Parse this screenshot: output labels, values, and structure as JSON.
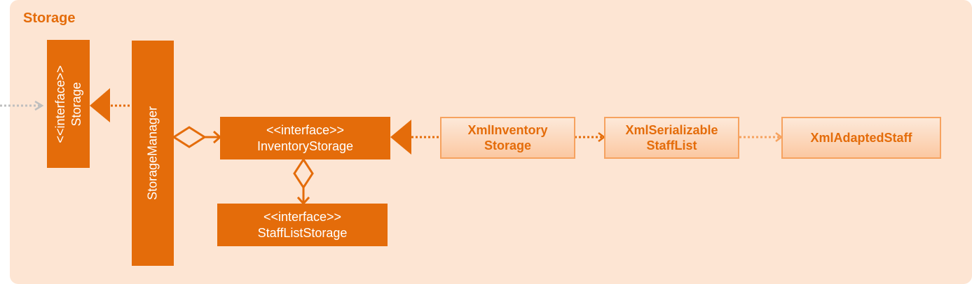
{
  "package": {
    "title": "Storage"
  },
  "classes": {
    "storage": {
      "stereotype": "<<interface>>",
      "name": "Storage"
    },
    "storage_manager": {
      "name": "StorageManager"
    },
    "inventory_storage": {
      "stereotype": "<<interface>>",
      "name": "InventoryStorage"
    },
    "staff_list_storage": {
      "stereotype": "<<interface>>",
      "name": "StaffListStorage"
    },
    "xml_inventory_storage": {
      "line1": "XmlInventory",
      "line2": "Storage"
    },
    "xml_serializable_staff_list": {
      "line1": "XmlSerializable",
      "line2": "StaffList"
    },
    "xml_adapted_staff": {
      "name": "XmlAdaptedStaff"
    }
  },
  "colors": {
    "package_fill": "#fde5d3",
    "accent": "#e46c0a",
    "light_border": "#f6a25f",
    "external_arrow": "#bfbfbf"
  }
}
